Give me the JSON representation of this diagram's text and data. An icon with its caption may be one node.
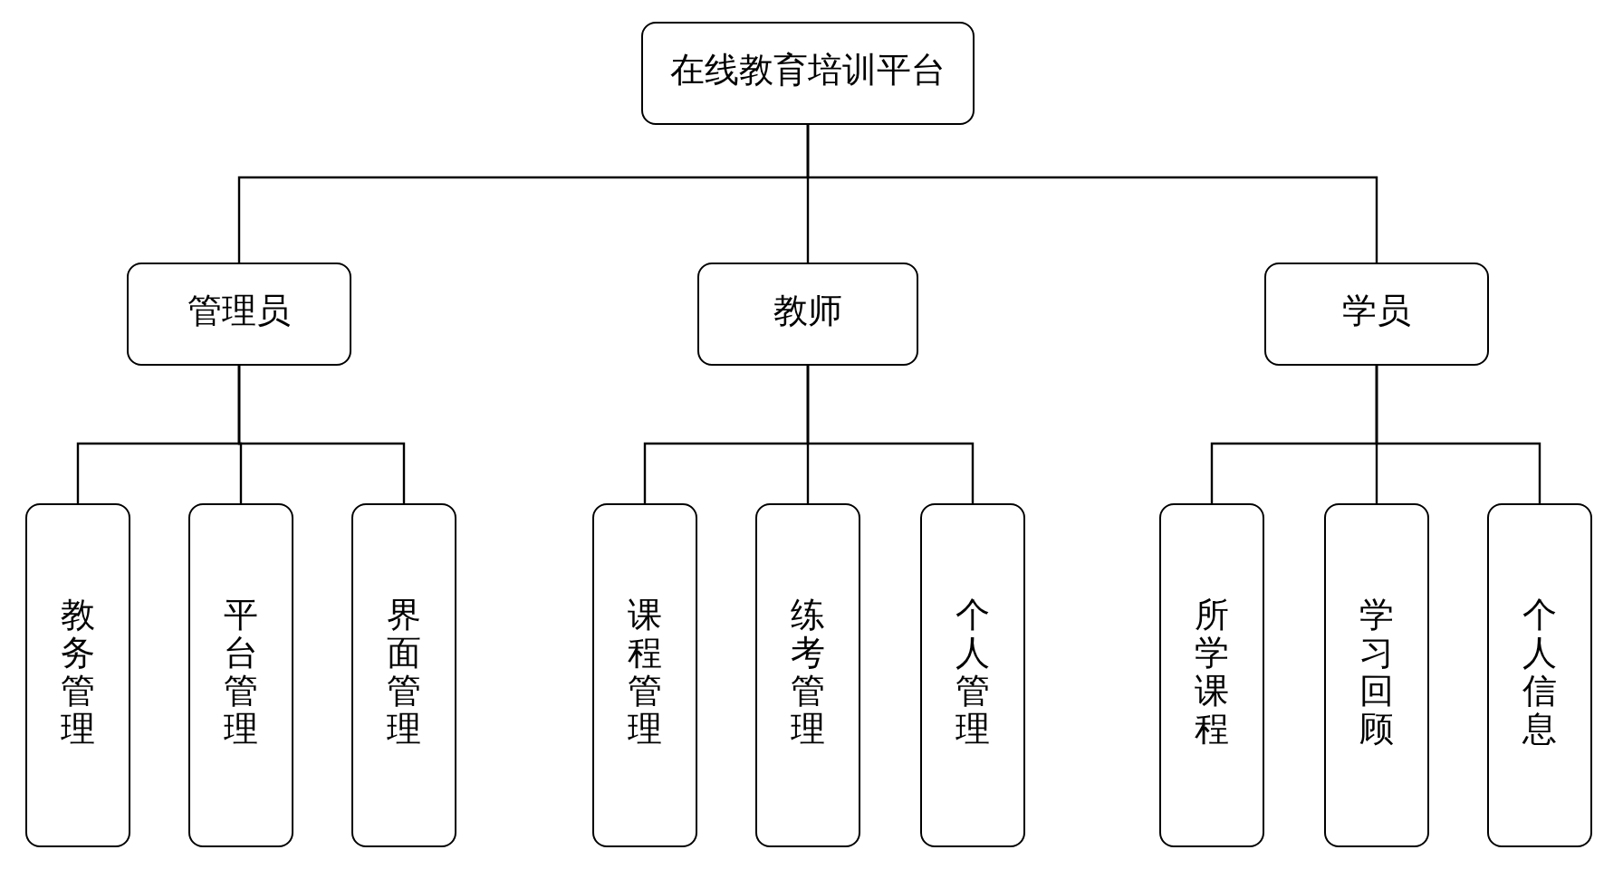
{
  "diagram": {
    "nodes": [
      {
        "text": [
          "在线教育培训平台"
        ]
      },
      {
        "text": [
          "管理员"
        ]
      },
      {
        "text": [
          "教师"
        ]
      },
      {
        "text": [
          "学员"
        ]
      },
      {
        "text": [
          "教务管理"
        ]
      },
      {
        "text": [
          "平台管理"
        ]
      },
      {
        "text": [
          "界面管理"
        ]
      },
      {
        "text": [
          "课程管理"
        ]
      },
      {
        "text": [
          "练考管理"
        ]
      },
      {
        "text": [
          "个人管理"
        ]
      },
      {
        "text": [
          "所学课程"
        ]
      },
      {
        "text": [
          "学习回顾"
        ]
      },
      {
        "text": [
          "个人信息"
        ]
      }
    ],
    "edges": [
      {
        "from": 0,
        "to": 1,
        "arrow": "none"
      },
      {
        "from": 0,
        "to": 2,
        "arrow": "none"
      },
      {
        "from": 0,
        "to": 3,
        "arrow": "none"
      },
      {
        "from": 1,
        "to": 4,
        "arrow": "none"
      },
      {
        "from": 1,
        "to": 5,
        "arrow": "none"
      },
      {
        "from": 1,
        "to": 6,
        "arrow": "none"
      },
      {
        "from": 2,
        "to": 7,
        "arrow": "none"
      },
      {
        "from": 2,
        "to": 8,
        "arrow": "none"
      },
      {
        "from": 2,
        "to": 9,
        "arrow": "none"
      },
      {
        "from": 3,
        "to": 10,
        "arrow": "none"
      },
      {
        "from": 3,
        "to": 11,
        "arrow": "none"
      },
      {
        "from": 3,
        "to": 12,
        "arrow": "none"
      }
    ]
  }
}
